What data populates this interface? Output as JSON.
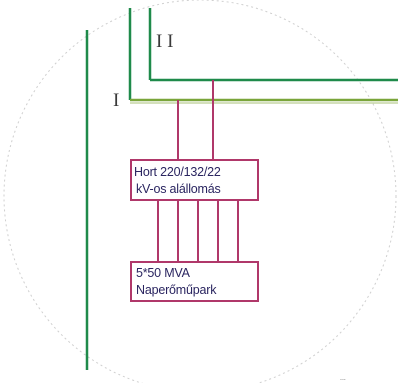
{
  "map": {
    "colors": {
      "outer_line": "#1f8a4a",
      "inner_line": "#7aa53a",
      "connector": "#b0386a",
      "box_border": "#b0386a",
      "box_text": "#2a2560"
    },
    "line_labels": {
      "line_ii": "I I",
      "line_i": "I"
    },
    "substation": {
      "line1": "Hort 220/132/22",
      "line2": "kV-os alállomás"
    },
    "solar_park": {
      "line1": "5*50 MVA",
      "line2": "Naperőműpark"
    },
    "credit": "..."
  }
}
